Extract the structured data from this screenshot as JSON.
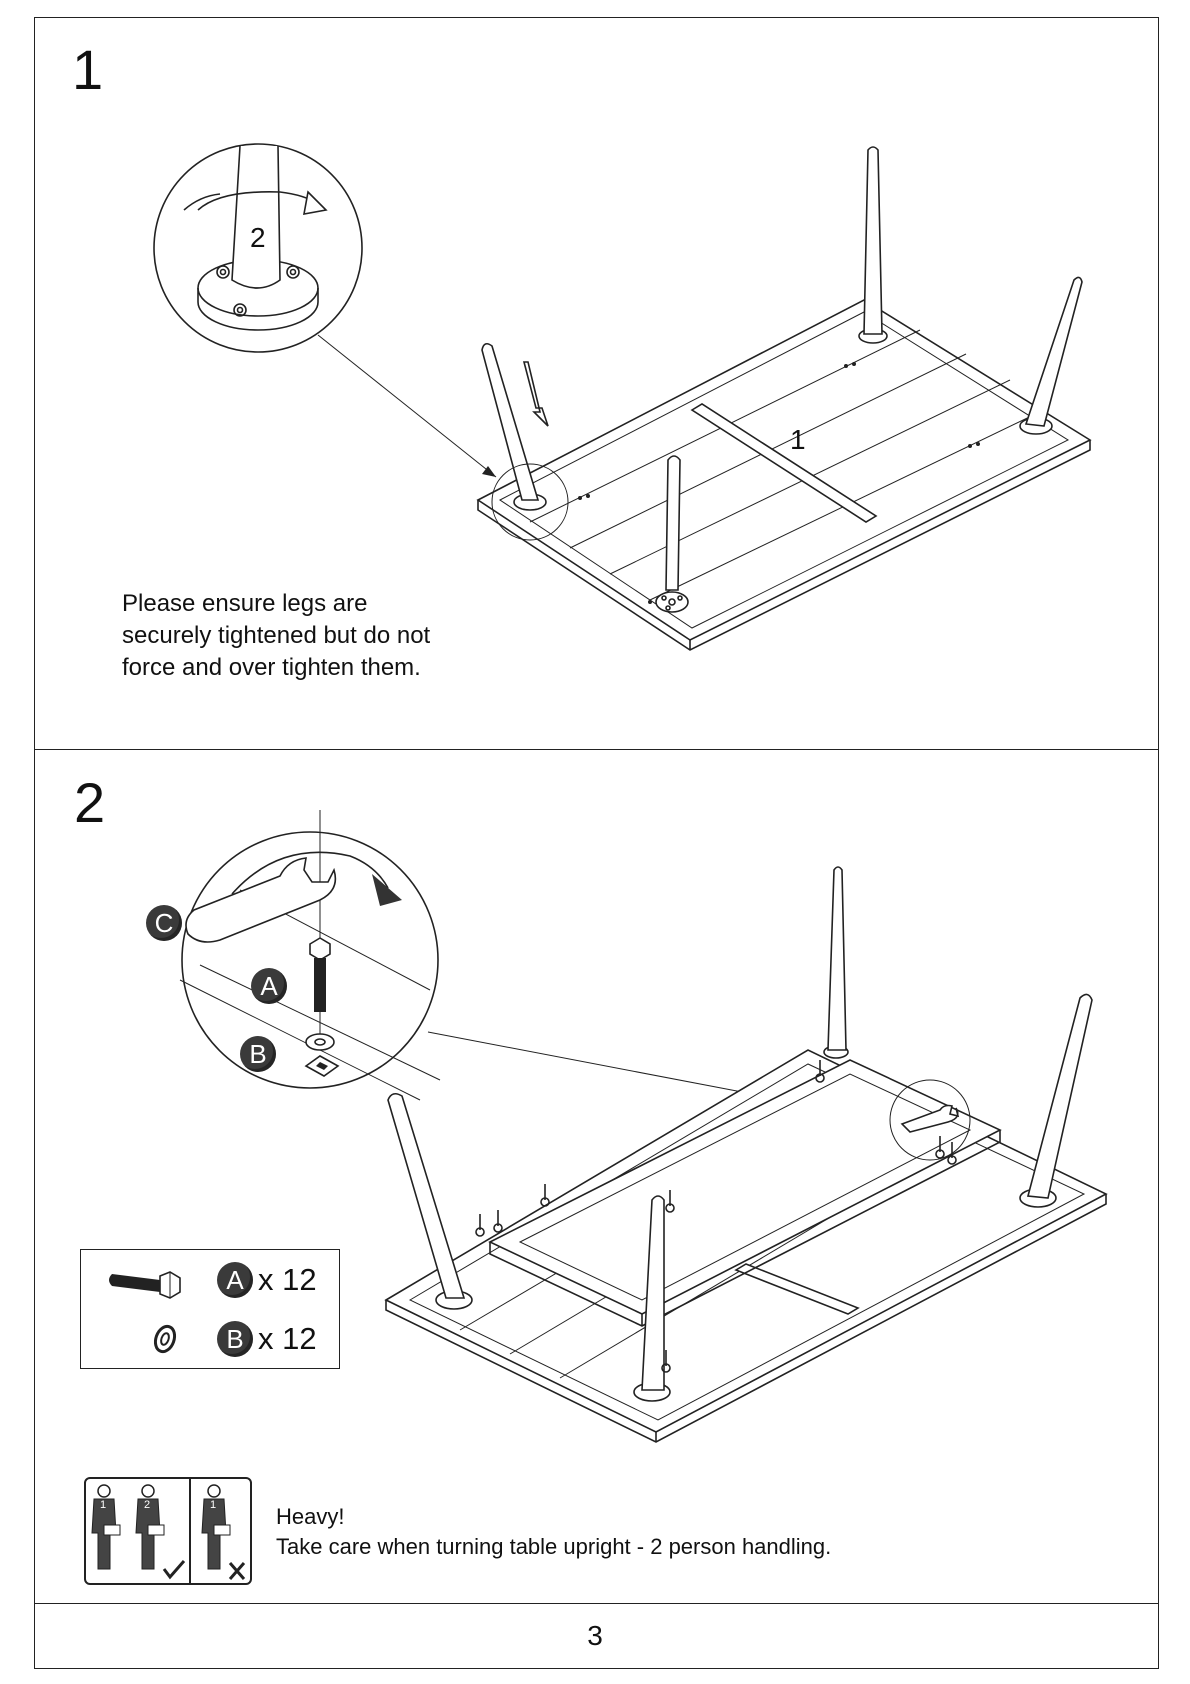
{
  "steps": [
    {
      "number": "1",
      "callout_part": "2",
      "table_part": "1",
      "note_lines": [
        "Please ensure legs are",
        "securely tightened but do not",
        "force and over tighten them."
      ]
    },
    {
      "number": "2",
      "callout_labels": {
        "tool": "C",
        "bolt": "A",
        "washer": "B"
      }
    }
  ],
  "parts": [
    {
      "label": "A",
      "qty": "x 12",
      "icon": "bolt-icon"
    },
    {
      "label": "B",
      "qty": "x 12",
      "icon": "washer-icon"
    }
  ],
  "warning": {
    "title": "Heavy!",
    "text": "Take care when turning table upright - 2 person handling.",
    "icon_ok_labels": [
      "1",
      "2"
    ],
    "icon_bad_label": "1"
  },
  "page_number": "3",
  "colors": {
    "line": "#222222",
    "badge": "#3a3a3a"
  }
}
